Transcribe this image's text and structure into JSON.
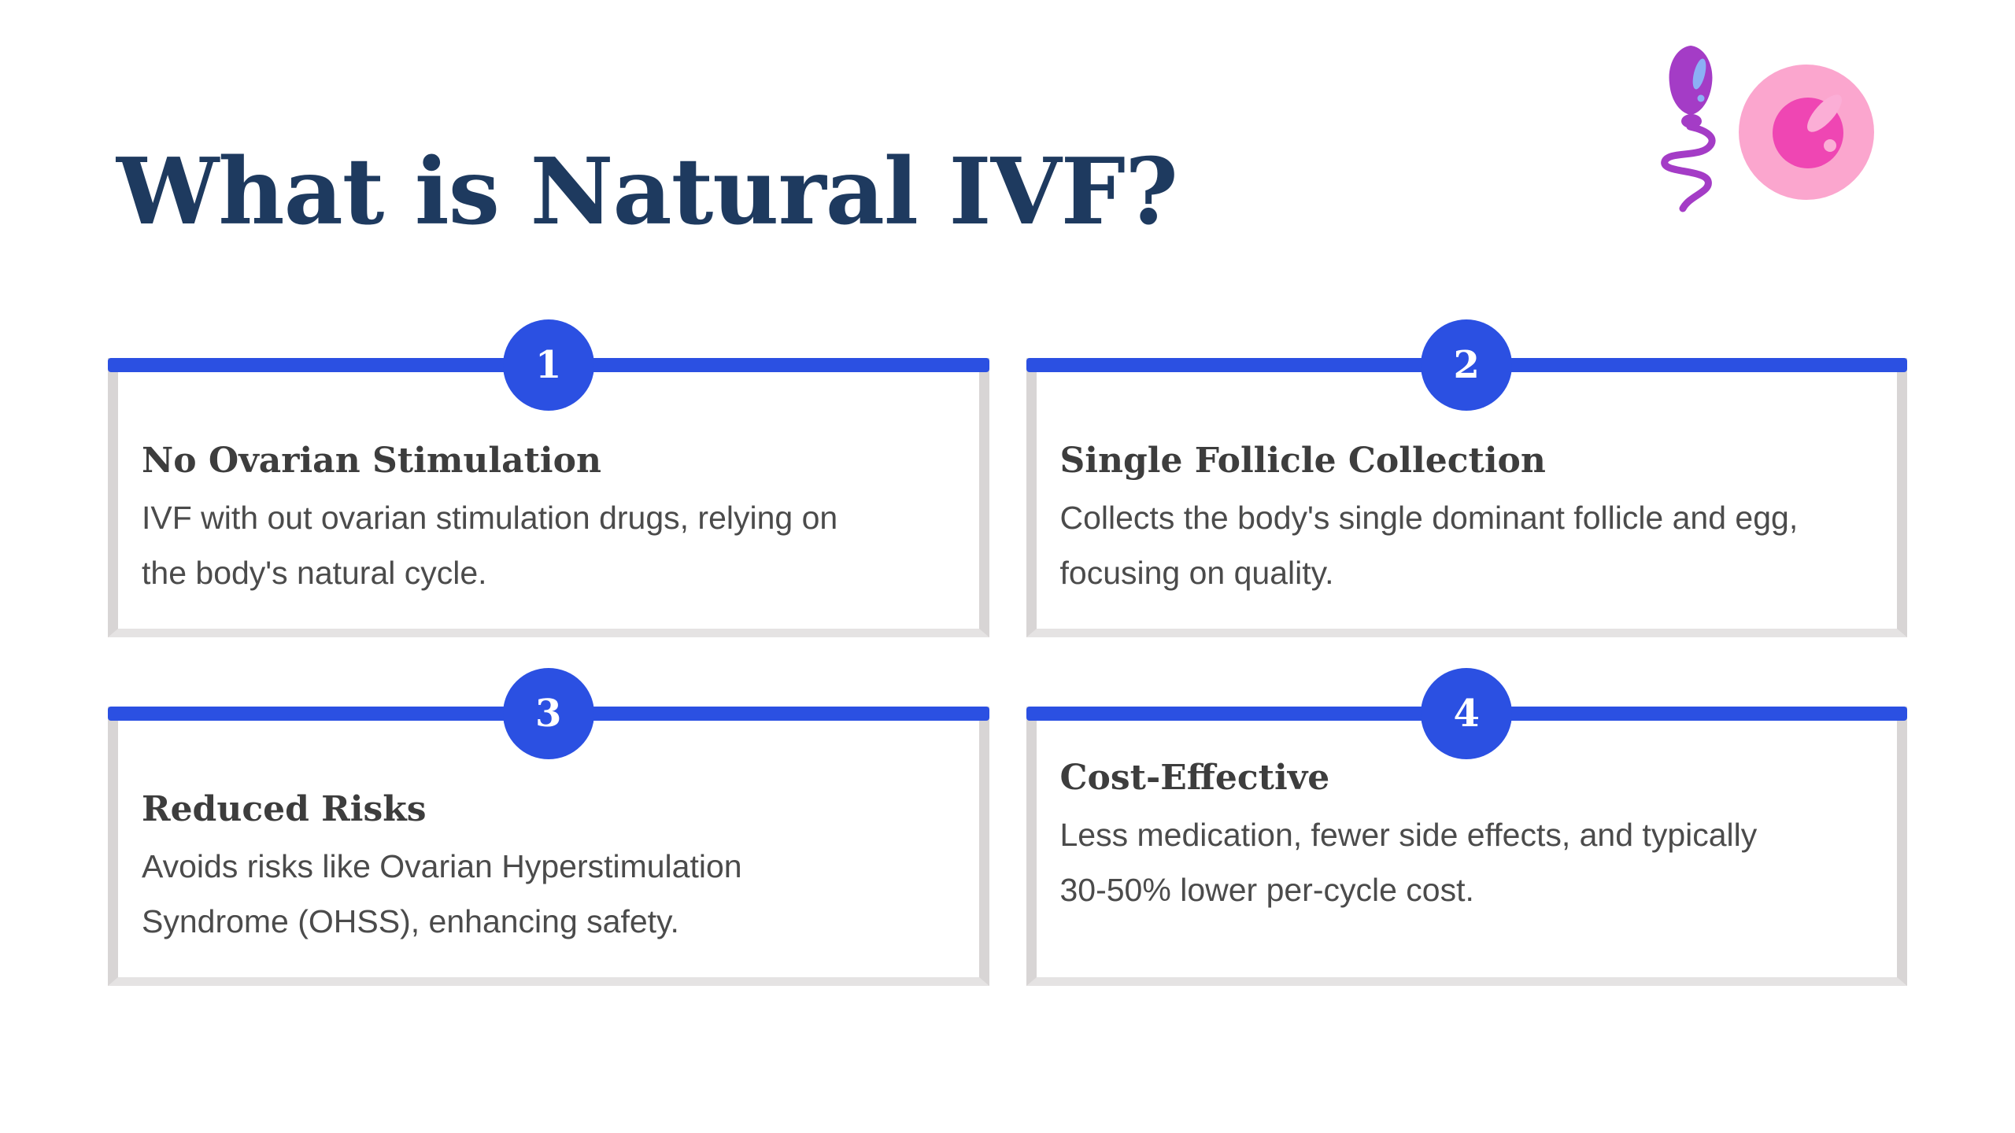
{
  "title": {
    "text": "What is Natural IVF?"
  },
  "theme": {
    "accent_blue": "#2b50e2",
    "page_bg": "#ffffff",
    "card_bg": "#ffffff",
    "card_border_side": "#d8d5d5",
    "card_border_bottom": "#e5e3e3",
    "title_color": "#1e3a5f",
    "heading_color": "#3d3d3d",
    "body_color": "#4b4b4b",
    "number_color": "#ffffff",
    "egg_outer": "#fba6ce",
    "egg_inner": "#ef46b3",
    "egg_highlight": "#fbaed6",
    "sperm_body": "#a43cc6",
    "sperm_highlight": "#8cb0f5"
  },
  "illustration": {
    "label": "sperm-and-egg"
  },
  "cards": [
    {
      "number": "1",
      "heading": "No Ovarian Stimulation",
      "line1": "IVF with out ovarian stimulation drugs, relying on",
      "line2": "the body's natural cycle."
    },
    {
      "number": "2",
      "heading": "Single Follicle Collection",
      "line1": "Collects the body's single dominant follicle and egg,",
      "line2": "focusing on quality."
    },
    {
      "number": "3",
      "heading": "Reduced Risks",
      "line1": "Avoids risks like Ovarian Hyperstimulation",
      "line2": "Syndrome (OHSS), enhancing safety."
    },
    {
      "number": "4",
      "heading": "Cost-Effective",
      "line1": "Less medication, fewer side effects, and typically",
      "line2": "30-50% lower per-cycle cost."
    }
  ]
}
